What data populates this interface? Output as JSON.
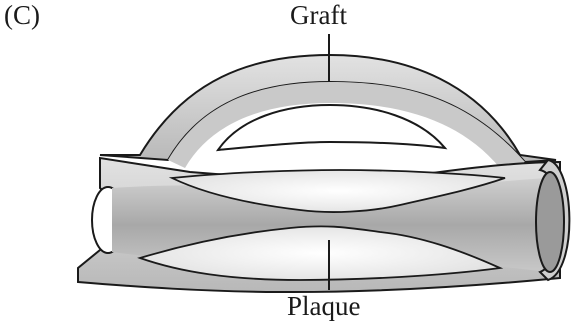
{
  "panel_label": "(C)",
  "labels": {
    "graft": "Graft",
    "plaque": "Plaque"
  },
  "colors": {
    "tissue_light": "#d6d6d6",
    "tissue_mid": "#bdbdbd",
    "tissue_dark": "#9c9c9c",
    "lumen": "#f4f4f4",
    "outline": "#1a1a1a"
  }
}
